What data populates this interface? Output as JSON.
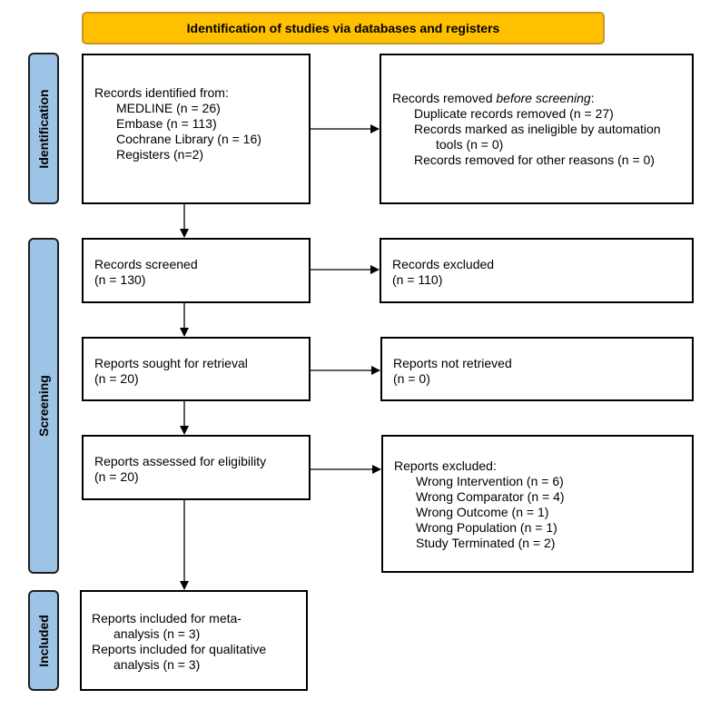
{
  "header": {
    "title": "Identification of studies via databases and registers"
  },
  "phases": {
    "identification": "Identification",
    "screening": "Screening",
    "included": "Included"
  },
  "boxes": {
    "records_identified": {
      "heading": "Records identified from:",
      "items": [
        "MEDLINE (n = 26)",
        "Embase (n = 113)",
        "Cochrane Library (n = 16)",
        "Registers (n=2)"
      ]
    },
    "records_removed": {
      "heading_prefix": "Records removed ",
      "heading_emphasis": "before screening",
      "heading_suffix": ":",
      "line1": "Duplicate records removed (n = 27)",
      "line2": "Records marked as ineligible by automation",
      "line2b": "tools (n = 0)",
      "line3": "Records removed for other reasons (n = 0)"
    },
    "records_screened": {
      "line1": "Records screened",
      "line2": "(n = 130)"
    },
    "records_excluded": {
      "line1": "Records excluded",
      "line2": "(n = 110)"
    },
    "reports_sought": {
      "line1": "Reports sought for retrieval",
      "line2": "(n = 20)"
    },
    "reports_not_retrieved": {
      "line1": "Reports not retrieved",
      "line2": "(n = 0)"
    },
    "reports_assessed": {
      "line1": "Reports assessed for eligibility",
      "line2": "(n = 20)"
    },
    "reports_excluded": {
      "heading": "Reports excluded:",
      "items": [
        "Wrong Intervention (n = 6)",
        "Wrong Comparator (n = 4)",
        "Wrong Outcome (n = 1)",
        "Wrong Population (n = 1)",
        "Study Terminated (n = 2)"
      ]
    },
    "reports_included": {
      "line1": "Reports included for meta-",
      "line1b": "analysis (n = 3)",
      "line2": "Reports included for qualitative",
      "line2b": "analysis (n = 3)"
    }
  },
  "colors": {
    "header_fill": "#ffc000",
    "phase_fill": "#9dc3e6"
  }
}
